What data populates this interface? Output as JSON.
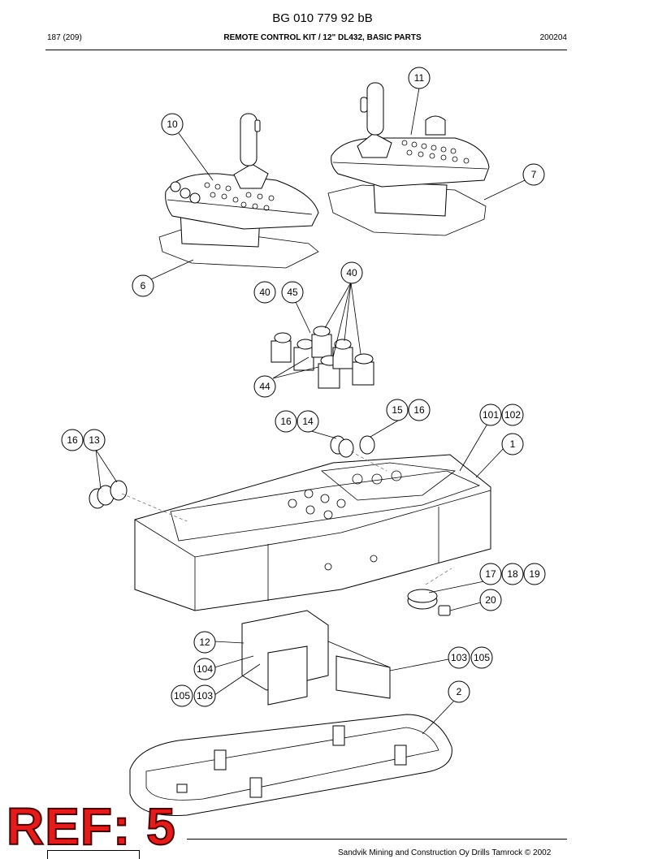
{
  "header": {
    "doc_id": "BG 010 779 92 bB",
    "page": "187 (209)",
    "title": "REMOTE CONTROL KIT / 12\" DL432, BASIC PARTS",
    "date": "200204"
  },
  "footer": {
    "copyright": "Sandvik Mining and Construction Oy Drills Tamrock © 2002"
  },
  "stamp": {
    "ref_label": "REF: 5"
  },
  "callouts": [
    {
      "id": "c11",
      "label": "11"
    },
    {
      "id": "c10",
      "label": "10"
    },
    {
      "id": "c7",
      "label": "7"
    },
    {
      "id": "c6",
      "label": "6"
    },
    {
      "id": "c40a",
      "label": "40"
    },
    {
      "id": "c40b",
      "label": "40"
    },
    {
      "id": "c45",
      "label": "45"
    },
    {
      "id": "c44",
      "label": "44"
    },
    {
      "id": "c15",
      "label": "15"
    },
    {
      "id": "c16a",
      "label": "16"
    },
    {
      "id": "c16b",
      "label": "16"
    },
    {
      "id": "c14",
      "label": "14"
    },
    {
      "id": "c101",
      "label": "101"
    },
    {
      "id": "c102",
      "label": "102"
    },
    {
      "id": "c16c",
      "label": "16"
    },
    {
      "id": "c13",
      "label": "13"
    },
    {
      "id": "c1",
      "label": "1"
    },
    {
      "id": "c17",
      "label": "17"
    },
    {
      "id": "c18",
      "label": "18"
    },
    {
      "id": "c19",
      "label": "19"
    },
    {
      "id": "c20",
      "label": "20"
    },
    {
      "id": "c12",
      "label": "12"
    },
    {
      "id": "c104",
      "label": "104"
    },
    {
      "id": "c103a",
      "label": "103"
    },
    {
      "id": "c105a",
      "label": "105"
    },
    {
      "id": "c105b",
      "label": "105"
    },
    {
      "id": "c103b",
      "label": "103"
    },
    {
      "id": "c2",
      "label": "2"
    }
  ]
}
